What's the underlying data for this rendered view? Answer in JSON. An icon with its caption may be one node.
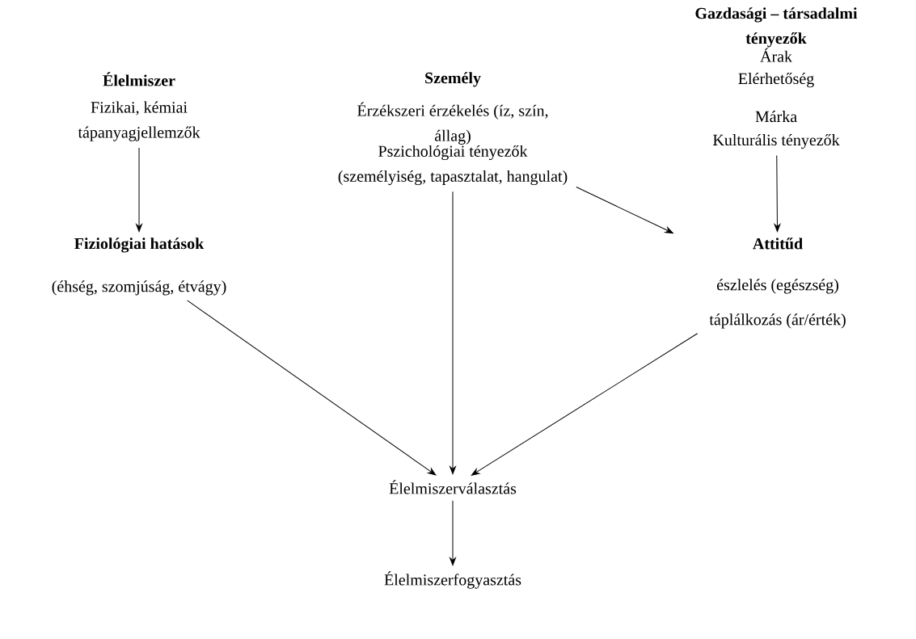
{
  "diagram": {
    "nodes": [
      {
        "text": [
          "Élelmiszer",
          "Fizikai, kémiai tápanyagjellemzők"
        ]
      },
      {
        "text": [
          "Személy",
          "Érzékszeri érzékelés (íz, szín, állag)",
          "Pszichológiai tényezők (személyiség, tapasztalat, hangulat)"
        ]
      },
      {
        "text": [
          "Gazdasági – társadalmi tényezők",
          "Árak",
          "Elérhetőség",
          "Márka",
          "Kulturális tényezők"
        ]
      },
      {
        "text": [
          "Fiziológiai hatások",
          "(éhség, szomjúság, étvágy)"
        ]
      },
      {
        "text": [
          "Attitűd",
          "észlelés (egészség)",
          "táplálkozás (ár/érték)"
        ]
      },
      {
        "text": [
          "Élelmiszerválasztás"
        ]
      },
      {
        "text": [
          "Élelmiszerfogyasztás"
        ]
      }
    ],
    "edges": [
      {
        "from": 0,
        "to": 3,
        "arrow": "to"
      },
      {
        "from": 1,
        "to": 4,
        "arrow": "to"
      },
      {
        "from": 2,
        "to": 4,
        "arrow": "to"
      },
      {
        "from": 3,
        "to": 5,
        "arrow": "to"
      },
      {
        "from": 1,
        "to": 5,
        "arrow": "to"
      },
      {
        "from": 4,
        "to": 5,
        "arrow": "to"
      },
      {
        "from": 5,
        "to": 6,
        "arrow": "to"
      }
    ]
  }
}
